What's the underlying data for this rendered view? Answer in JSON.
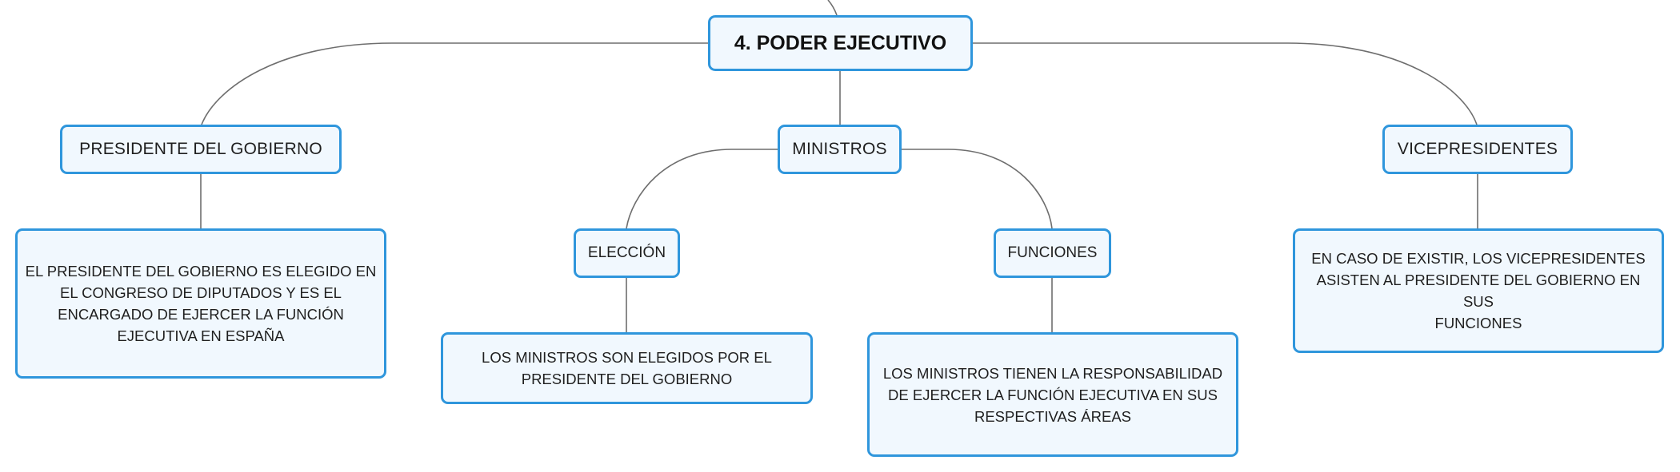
{
  "diagram": {
    "root": {
      "label": "4. PODER EJECUTIVO"
    },
    "nodes": {
      "presidente": {
        "label": "PRESIDENTE DEL GOBIERNO",
        "description": [
          "EL PRESIDENTE DEL GOBIERNO ES ELEGIDO EN",
          "EL CONGRESO DE DIPUTADOS Y ES EL",
          "ENCARGADO DE EJERCER LA FUNCIÓN",
          "EJECUTIVA EN ESPAÑA"
        ]
      },
      "ministros": {
        "label": "MINISTROS",
        "children": {
          "eleccion": {
            "label": "ELECCIÓN",
            "description": [
              "LOS MINISTROS SON ELEGIDOS POR EL",
              "PRESIDENTE DEL GOBIERNO"
            ]
          },
          "funciones": {
            "label": "FUNCIONES",
            "description": [
              "LOS MINISTROS TIENEN LA RESPONSABILIDAD",
              "DE EJERCER LA FUNCIÓN EJECUTIVA EN SUS",
              "RESPECTIVAS ÁREAS"
            ]
          }
        }
      },
      "vicepresidentes": {
        "label": "VICEPRESIDENTES",
        "description": [
          "EN CASO DE EXISTIR, LOS VICEPRESIDENTES",
          "ASISTEN AL PRESIDENTE DEL GOBIERNO EN SUS",
          "FUNCIONES"
        ]
      }
    },
    "colors": {
      "node_border": "#2f96dc",
      "node_fill": "#f1f8fe",
      "connector": "#6e6e6e"
    }
  }
}
